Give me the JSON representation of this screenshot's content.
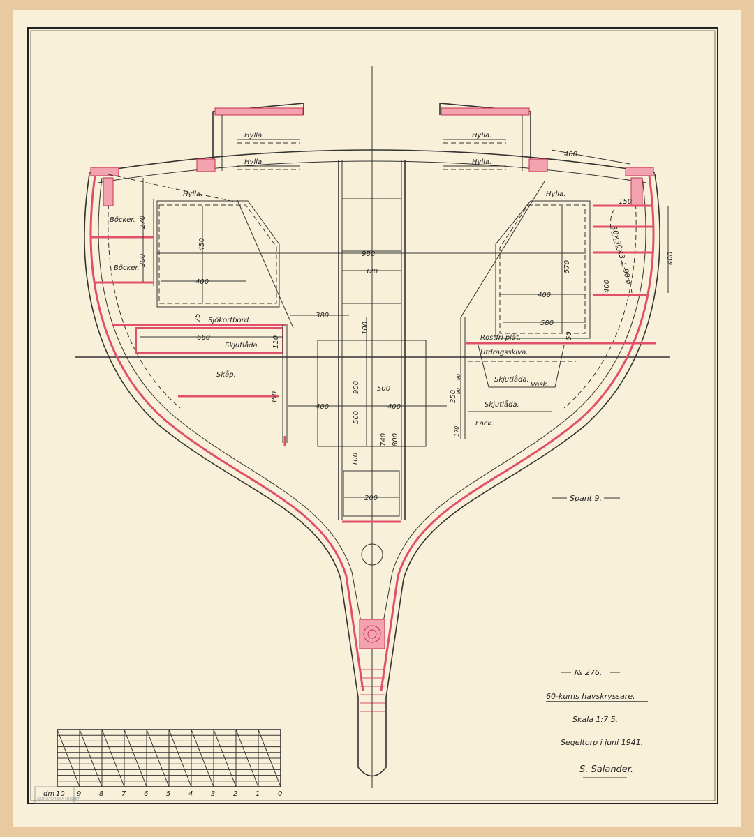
{
  "drawing": {
    "section_title": "Spant 9.",
    "labels": {
      "hylla_1": "Hylla.",
      "hylla_2": "Hylla.",
      "hylla_3": "Hylla.",
      "hylla_4": "Hylla.",
      "hylla_5": "Hylla.",
      "hylla_6": "Hylla.",
      "bocker_1": "Böcker.",
      "bocker_2": "Böcker.",
      "sjokortbord": "Sjökortbord.",
      "skjutlada_1": "Skjutlåda.",
      "skap": "Skåp.",
      "rostfri_plat": "Rostfri plåt.",
      "utdragsskiva": "Utdragsskiva.",
      "skjutlada_2": "Skjutlåda.",
      "vask": "Vask.",
      "skjutlada_3": "Skjutlåda.",
      "fack": "Fack."
    },
    "dimensions": {
      "d400_top": "400",
      "d150": "150",
      "profile": "30×30×3 ⊥ 90 ⌀",
      "d400_right": "400",
      "d270": "270",
      "d200": "200",
      "d450": "450",
      "d980": "980",
      "d320": "320",
      "d400_left": "400",
      "d570": "570",
      "d400_rc": "400",
      "d400_rv": "400",
      "d380": "380",
      "d100_a": "100",
      "d75": "75",
      "d580": "580",
      "d660": "660",
      "d110": "110",
      "d50": "50",
      "d900": "900",
      "d500_a": "500",
      "d400_b": "400",
      "d400_c": "400",
      "d500_b": "500",
      "d350_a": "350",
      "d350_b": "350",
      "d90_a": "90",
      "d90_b": "90",
      "d170": "170",
      "d740": "740",
      "d800": "800",
      "d100_b": "100",
      "d200_b": "200"
    }
  },
  "title_block": {
    "number": "№ 276.",
    "name": "60-kums havskryssare.",
    "scale": "Skala 1:7.5.",
    "place_date": "Segeltorp i juni 1941.",
    "signature": "S. Salander."
  },
  "scale_bar": {
    "unit": "dm",
    "ticks": [
      "10",
      "9",
      "8",
      "7",
      "6",
      "5",
      "4",
      "3",
      "2",
      "1",
      "0"
    ]
  },
  "stamp": "SJÖHISTORISKA MUSEET",
  "colors": {
    "paper": "#f8f0d8",
    "frame": "#e8c9a0",
    "ink": "#333333",
    "red": "#e0506a"
  }
}
